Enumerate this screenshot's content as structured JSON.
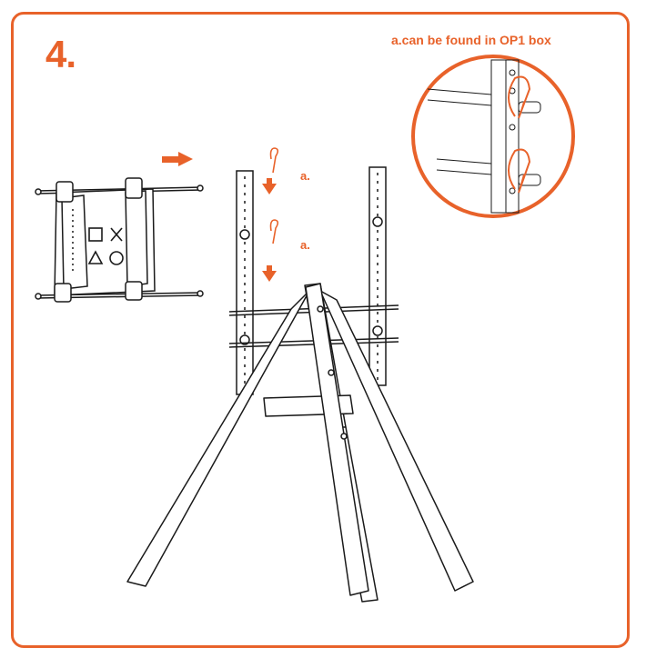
{
  "step": {
    "number": "4."
  },
  "note": {
    "text": "a.can be found in OP1 box"
  },
  "labels": {
    "clip_a_top": "a.",
    "clip_a_bottom": "a."
  },
  "colors": {
    "accent": "#e8622a",
    "line": "#1a1a1a"
  },
  "icons": [
    "arrow-right-icon",
    "arrow-down-icon",
    "hair-pin-clip-icon",
    "square-icon",
    "cross-icon",
    "triangle-icon",
    "circle-icon"
  ]
}
